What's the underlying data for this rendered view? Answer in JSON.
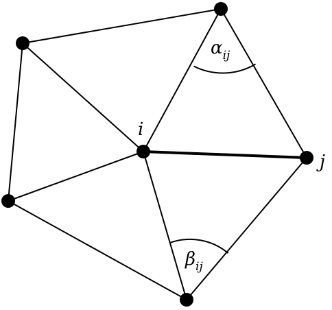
{
  "labels": {
    "center": "i",
    "neighbor": "j",
    "alpha": "α",
    "alpha_sub": "ij",
    "beta": "β",
    "beta_sub": "ij"
  }
}
